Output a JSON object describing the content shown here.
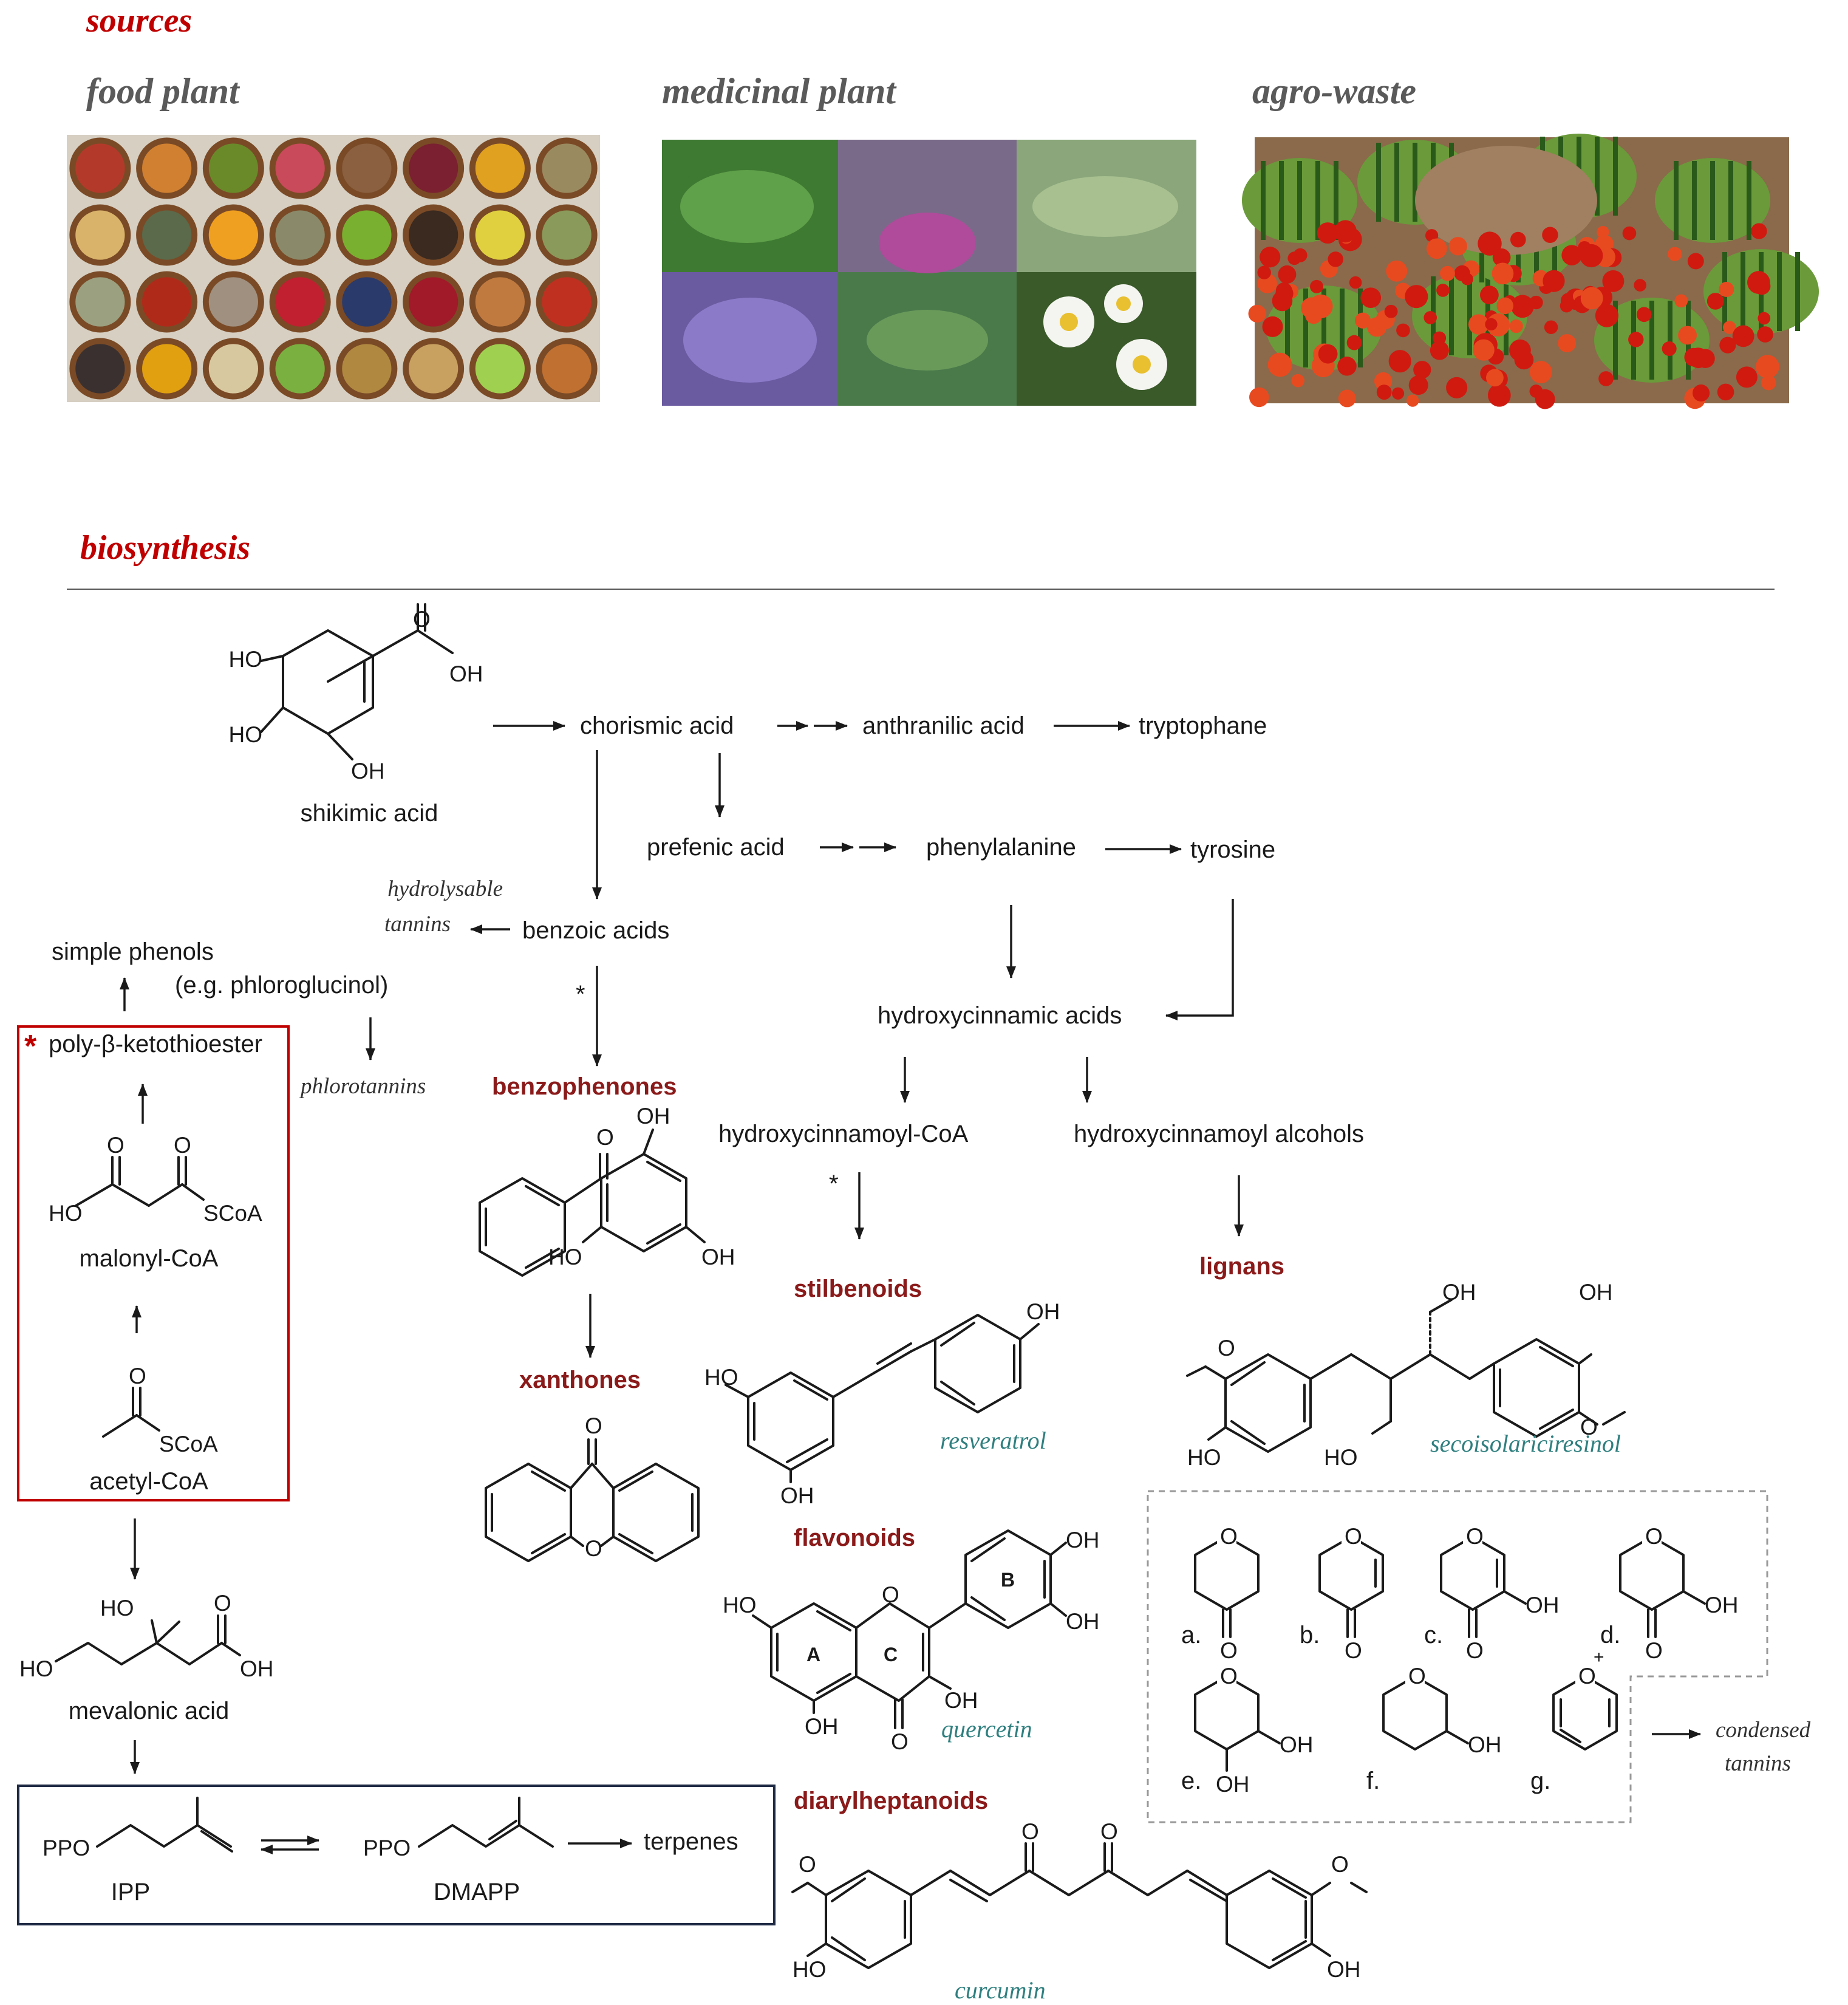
{
  "sources": {
    "heading": "sources",
    "categories": [
      {
        "label": "food plant"
      },
      {
        "label": "medicinal plant"
      },
      {
        "label": "agro-waste"
      }
    ]
  },
  "biosynthesis": {
    "heading": "biosynthesis",
    "nodes": {
      "shikimic_acid": "shikimic acid",
      "chorismic_acid": "chorismic acid",
      "anthranilic_acid": "anthranilic acid",
      "tryptophane": "tryptophane",
      "prefenic_acid": "prefenic acid",
      "phenylalanine": "phenylalanine",
      "tyrosine": "tyrosine",
      "hydrolysable_tannins_1": "hydrolysable",
      "hydrolysable_tannins_2": "tannins",
      "benzoic_acids": "benzoic acids",
      "simple_phenols": "simple phenols",
      "phloroglucinol": "(e.g. phloroglucinol)",
      "phlorotannins": "phlorotannins",
      "poly_ketothioester": "poly-β-ketothioester",
      "malonyl_coa": "malonyl-CoA",
      "acetyl_coa": "acetyl-CoA",
      "mevalonic_acid": "mevalonic acid",
      "ipp": "IPP",
      "dmapp": "DMAPP",
      "terpenes": "terpenes",
      "hydroxycinnamic_acids": "hydroxycinnamic acids",
      "hydroxycinnamoyl_coa": "hydroxycinnamoyl-CoA",
      "hydroxycinnamoyl_alcohols": "hydroxycinnamoyl alcohols",
      "condensed_tannins_1": "condensed",
      "condensed_tannins_2": "tannins"
    },
    "classes": {
      "benzophenones": "benzophenones",
      "xanthones": "xanthones",
      "stilbenoids": "stilbenoids",
      "lignans": "lignans",
      "flavonoids": "flavonoids",
      "diarylheptanoids": "diarylheptanoids"
    },
    "compounds": {
      "resveratrol": "resveratrol",
      "secoisolariciresinol": "secoisolariciresinol",
      "quercetin": "quercetin",
      "curcumin": "curcumin"
    },
    "ring_labels": [
      "A",
      "B",
      "C"
    ],
    "c_ring_variants": [
      "a.",
      "b.",
      "c.",
      "d.",
      "e.",
      "f.",
      "g."
    ],
    "asterisk": "*"
  },
  "atoms": {
    "HO": "HO",
    "OH": "OH",
    "O": "O",
    "SCoA": "SCoA",
    "PPO": "PPO",
    "O_plus": "+"
  },
  "colors": {
    "heading": "#c00000",
    "subheading": "#5a5a5a",
    "class_label": "#8b1a1a",
    "compound_label": "#2f7f7f",
    "polyketide_box": "#c00000",
    "terpene_box": "#1f2a44"
  }
}
